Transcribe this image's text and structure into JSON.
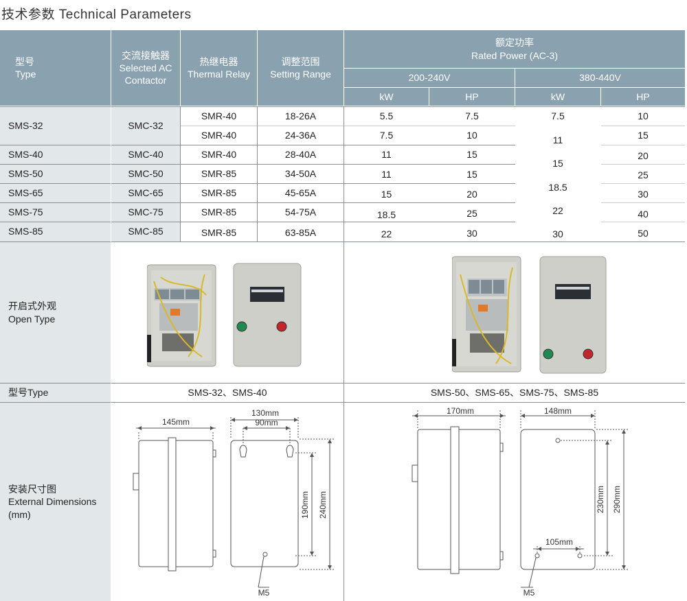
{
  "page": {
    "title": "技术参数 Technical Parameters"
  },
  "header": {
    "type_cn": "型号",
    "type_en": "Type",
    "contactor_cn": "交流接触器",
    "contactor_en1": "Selected AC",
    "contactor_en2": "Contactor",
    "relay_cn": "热继电器",
    "relay_en": "Thermal Relay",
    "range_cn": "调整范围",
    "range_en": "Setting Range",
    "power_cn": "额定功率",
    "power_en": "Rated Power (AC-3)",
    "v1": "200-240V",
    "v2": "380-440V",
    "kw": "kW",
    "hp": "HP"
  },
  "rows": {
    "types": [
      "SMS-32",
      "SMS-40",
      "SMS-50",
      "SMS-65",
      "SMS-75",
      "SMS-85"
    ],
    "contactors": [
      "SMC-32",
      "SMC-40",
      "SMC-50",
      "SMC-65",
      "SMC-75",
      "SMC-85"
    ],
    "relays": [
      "SMR-40",
      "SMR-40",
      "SMR-40",
      "SMR-85",
      "SMR-85",
      "SMR-85",
      "SMR-85"
    ],
    "ranges": [
      "18-26A",
      "24-36A",
      "28-40A",
      "34-50A",
      "45-65A",
      "54-75A",
      "63-85A"
    ],
    "kw1": [
      "5.5",
      "7.5",
      "11",
      "11",
      "15",
      "18.5",
      "22"
    ],
    "hp1": [
      "7.5",
      "10",
      "15",
      "15",
      "20",
      "25",
      "30"
    ],
    "kw2": [
      "7.5",
      "11",
      "15",
      "18.5",
      "22",
      "30"
    ],
    "hp2": [
      "10",
      "15",
      "20",
      "25",
      "30",
      "40",
      "50"
    ]
  },
  "open_type": {
    "label_cn": "开启式外观",
    "label_en": "Open Type"
  },
  "model_row": {
    "label": "型号Type",
    "left": "SMS-32、SMS-40",
    "right": "SMS-50、SMS-65、SMS-75、SMS-85"
  },
  "dimensions": {
    "label_cn": "安装尺寸图",
    "label_en1": "External Dimensions",
    "label_en2": "(mm)",
    "small": {
      "width": "145mm",
      "depth": "130mm",
      "hole_span": "90mm",
      "hole_height": "190mm",
      "height": "240mm",
      "screw": "M5"
    },
    "large": {
      "width": "170mm",
      "depth": "148mm",
      "hole_span": "105mm",
      "hole_height": "230mm",
      "height": "290mm",
      "screw": "M5"
    }
  },
  "colors": {
    "header": "#8aa1b0",
    "label_bg": "#e2e7ea",
    "green_button": "#1f8a4d",
    "red_button": "#c0262b",
    "enclosure": "#c9c9c4"
  }
}
